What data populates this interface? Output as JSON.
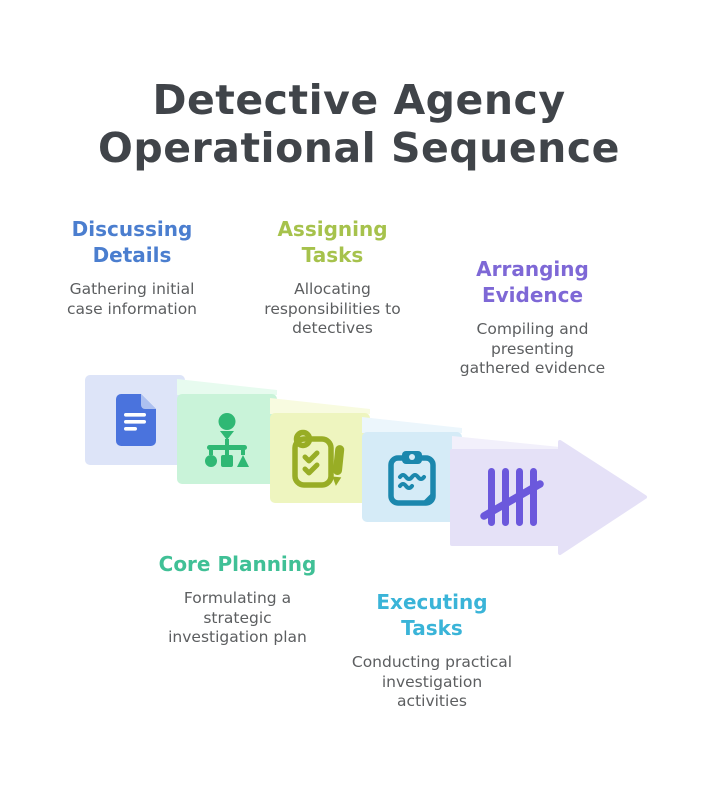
{
  "page": {
    "title": "Detective Agency\nOperational Sequence"
  },
  "colors": {
    "background": "#ffffff",
    "title_text": "#404449",
    "description_text": "#5c5e60"
  },
  "stages": [
    {
      "name": "discussing-details",
      "heading": "Discussing\nDetails",
      "description": "Gathering initial\ncase information",
      "accent": "#4b7ecf",
      "tile_color": "#dde4f8",
      "tile_fold_color": "#eef2fc",
      "icon": "document-icon",
      "icon_color": "#4a73dd"
    },
    {
      "name": "assigning-tasks",
      "heading": "Assigning\nTasks",
      "description": "Allocating\nresponsibilities to\ndetectives",
      "accent": "#a6c24c",
      "tile_color": "#c9f3d9",
      "tile_fold_color": "#e7fbef",
      "icon": "org-chart-icon",
      "icon_color": "#2fb874"
    },
    {
      "name": "core-planning",
      "heading": "Core Planning",
      "description": "Formulating a\nstrategic\ninvestigation plan",
      "accent": "#40c096",
      "tile_color": "#eef5bf",
      "tile_fold_color": "#f8fbe0",
      "icon": "checklist-pen-icon",
      "icon_color": "#98ad25"
    },
    {
      "name": "executing-tasks",
      "heading": "Executing\nTasks",
      "description": "Conducting practical\ninvestigation\nactivities",
      "accent": "#3ab4d8",
      "tile_color": "#d5ebf7",
      "tile_fold_color": "#ecf6fc",
      "icon": "clipboard-icon",
      "icon_color": "#1b87ad"
    },
    {
      "name": "arranging-evidence",
      "heading": "Arranging\nEvidence",
      "description": "Compiling and\npresenting\ngathered evidence",
      "accent": "#7e68d6",
      "tile_color": "#e5e1f7",
      "tile_fold_color": "#f2f0fb",
      "icon": "tally-marks-icon",
      "icon_color": "#6b58dc"
    }
  ]
}
